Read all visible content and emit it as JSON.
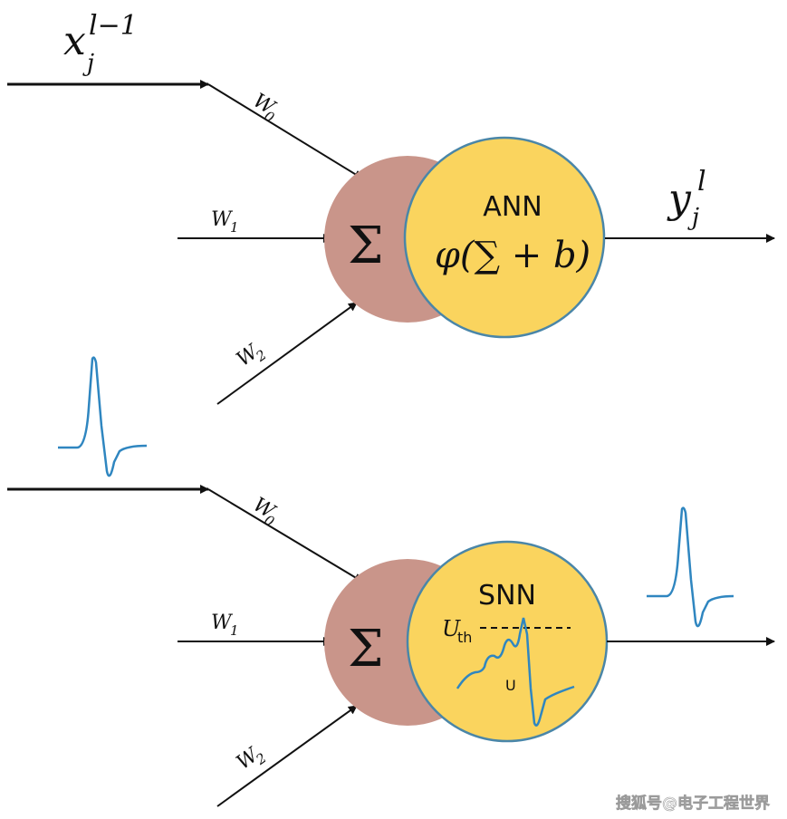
{
  "ann": {
    "input_x": "x",
    "input_x_sub": "j",
    "input_x_sup": "l−1",
    "weights": [
      {
        "w": "W",
        "sub": "0"
      },
      {
        "w": "W",
        "sub": "1"
      },
      {
        "w": "W",
        "sub": "2"
      }
    ],
    "sum_symbol": "Σ",
    "title": "ANN",
    "activation": "φ(∑ + b)",
    "output_y": "y",
    "output_y_sub": "j",
    "output_y_sup": "l"
  },
  "snn": {
    "weights": [
      {
        "w": "W",
        "sub": "0"
      },
      {
        "w": "W",
        "sub": "1"
      },
      {
        "w": "W",
        "sub": "2"
      }
    ],
    "sum_symbol": "Σ",
    "title": "SNN",
    "threshold_label": "U",
    "threshold_sub": "th",
    "potential_label": "U"
  },
  "watermark": "搜狐号@电子工程世界",
  "colors": {
    "sum_circle": "#c9958a",
    "neuron_circle": "#fad45e",
    "neuron_border": "#4a86a8",
    "spike": "#2f86c0",
    "arrow": "#111111"
  }
}
